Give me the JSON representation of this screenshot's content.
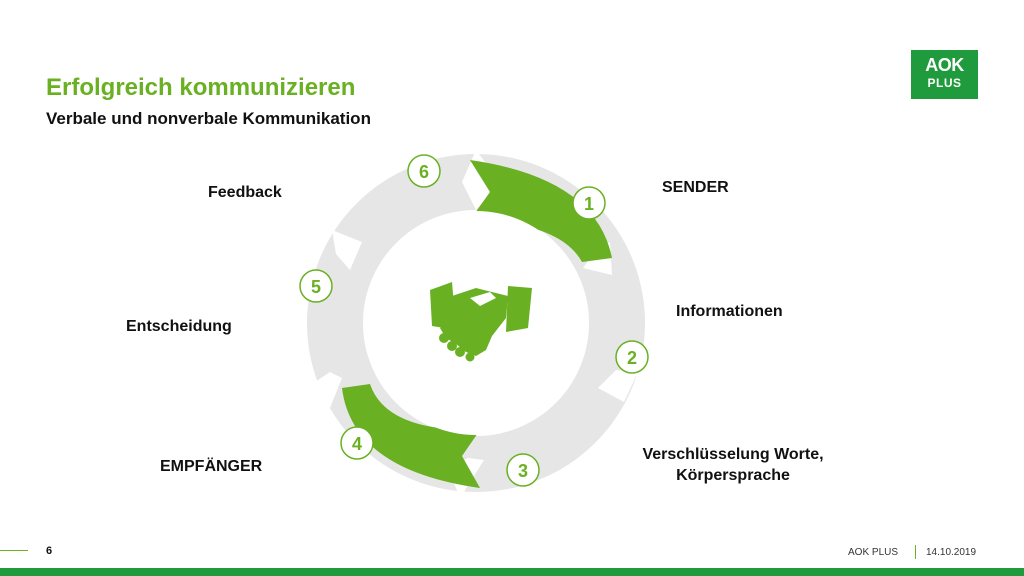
{
  "header": {
    "title": "Erfolgreich kommunizieren",
    "subtitle": "Verbale und nonverbale Kommunikation"
  },
  "logo": {
    "line1": "AOK",
    "line2": "PLUS"
  },
  "cycle": {
    "steps": [
      {
        "number": "1",
        "label": "SENDER",
        "highlight": true
      },
      {
        "number": "2",
        "label": "Informationen",
        "highlight": false
      },
      {
        "number": "3",
        "label_line1": "Verschlüsselung Worte,",
        "label_line2": "Körpersprache",
        "highlight": false
      },
      {
        "number": "4",
        "label": "EMPFÄNGER",
        "highlight": true
      },
      {
        "number": "5",
        "label": "Entscheidung",
        "highlight": false
      },
      {
        "number": "6",
        "label": "Feedback",
        "highlight": false
      }
    ],
    "center_icon": "handshake-icon"
  },
  "footer": {
    "page_number": "6",
    "brand": "AOK PLUS",
    "date": "14.10.2019"
  },
  "colors": {
    "accent_green": "#6ab023",
    "brand_green": "#1f9a3c",
    "segment_gray": "#e6e6e6",
    "text": "#111111"
  }
}
